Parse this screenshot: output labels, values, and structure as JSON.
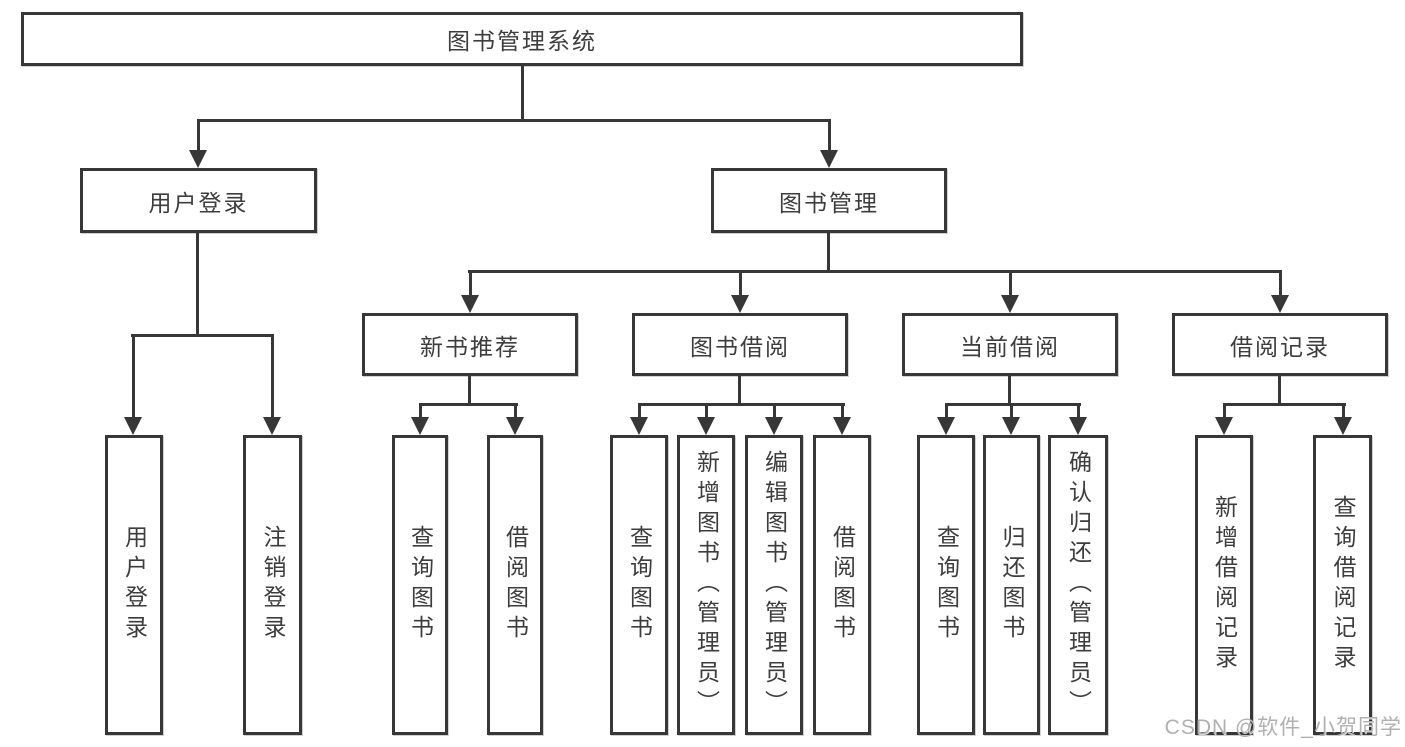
{
  "tree": {
    "root": {
      "label": "图书管理系统"
    },
    "user": {
      "label": "用户登录",
      "children": [
        {
          "label": "用户登录"
        },
        {
          "label": "注销登录"
        }
      ]
    },
    "book": {
      "label": "图书管理",
      "children": [
        {
          "label": "新书推荐",
          "children": [
            {
              "label": "查询图书"
            },
            {
              "label": "借阅图书"
            }
          ]
        },
        {
          "label": "图书借阅",
          "children": [
            {
              "label": "查询图书"
            },
            {
              "label": "新增图书（管理员）"
            },
            {
              "label": "编辑图书（管理员）"
            },
            {
              "label": "借阅图书"
            }
          ]
        },
        {
          "label": "当前借阅",
          "children": [
            {
              "label": "查询图书"
            },
            {
              "label": "归还图书"
            },
            {
              "label": "确认归还（管理员）"
            }
          ]
        },
        {
          "label": "借阅记录",
          "children": [
            {
              "label": "新增借阅记录"
            },
            {
              "label": "查询借阅记录"
            }
          ]
        }
      ]
    },
    "watermark": {
      "text": "CSDN @软件_小贺同学"
    },
    "colors": {
      "line": "#373737",
      "text": "#3d3d3d",
      "watermark": "#b0b0b0",
      "background": "#ffffff"
    }
  }
}
